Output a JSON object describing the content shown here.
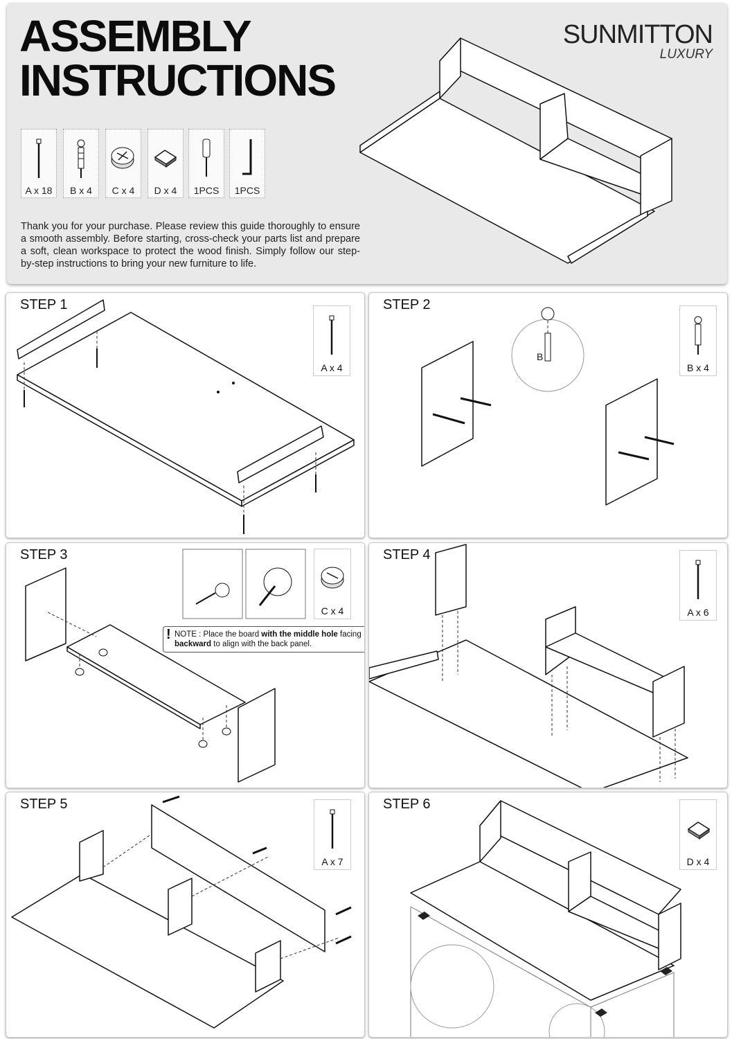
{
  "header": {
    "title_line1": "ASSEMBLY",
    "title_line2": "INSTRUCTIONS",
    "brand_name": "SUNMITTON",
    "brand_sub": "LUXURY",
    "intro": "Thank you for your purchase. Please review this guide thoroughly to ensure a smooth assembly. Before starting, cross-check your parts list and prepare a soft, clean workspace to protect the wood finish. Simply follow our step-by-step instructions to bring your new furniture to life."
  },
  "parts": [
    {
      "label": "A x 18",
      "icon": "long-screw-icon"
    },
    {
      "label": "B x 4",
      "icon": "cam-bolt-icon"
    },
    {
      "label": "C x 4",
      "icon": "cam-lock-icon"
    },
    {
      "label": "D x 4",
      "icon": "foot-pad-icon"
    },
    {
      "label": "1PCS",
      "icon": "screwdriver-icon"
    },
    {
      "label": "1PCS",
      "icon": "allen-key-icon"
    }
  ],
  "steps": [
    {
      "label": "STEP 1",
      "qty": "A x 4"
    },
    {
      "label": "STEP 2",
      "qty": "B x 4",
      "callout": "B"
    },
    {
      "label": "STEP 3",
      "qty": "C x 4",
      "note_prefix": "NOTE : Place the board ",
      "note_bold1": "with the middle hole",
      "note_mid": " facing ",
      "note_bold2": "backward",
      "note_suffix": " to align with the back panel."
    },
    {
      "label": "STEP 4",
      "qty": "A x 6"
    },
    {
      "label": "STEP 5",
      "qty": "A x 7"
    },
    {
      "label": "STEP 6",
      "qty": "D x 4"
    }
  ]
}
